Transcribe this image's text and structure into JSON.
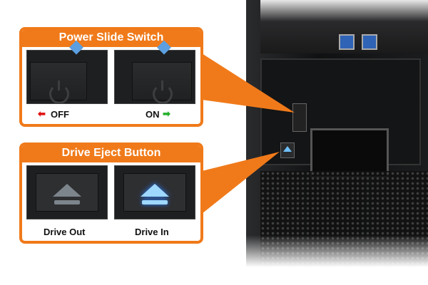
{
  "power_switch": {
    "title": "Power Slide Switch",
    "off_label": "OFF",
    "on_label": "ON",
    "off_arrow_color": "#e01010",
    "on_arrow_color": "#22b02a"
  },
  "eject_button": {
    "title": "Drive Eject Button",
    "out_label": "Drive Out",
    "in_label": "Drive In",
    "glow_color": "#2a7dff"
  },
  "accent_color": "#f07a1a"
}
